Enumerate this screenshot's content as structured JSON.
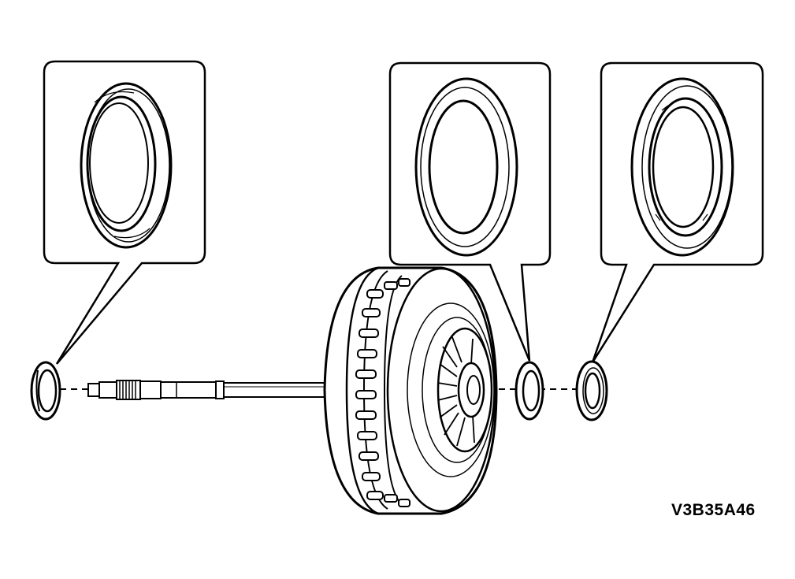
{
  "figure": {
    "reference_code": "V3B35A46"
  },
  "colors": {
    "line": "#000000",
    "background": "#ffffff",
    "shade": "#d0d0d0"
  },
  "parts": [
    {
      "id": "thrust-washer-left",
      "icon": "ring-washer-icon"
    },
    {
      "id": "input-shaft",
      "icon": "shaft-icon"
    },
    {
      "id": "clutch-drum",
      "icon": "drum-icon"
    },
    {
      "id": "thrust-washer-middle",
      "icon": "ring-washer-icon"
    },
    {
      "id": "thrust-bearing-right",
      "icon": "ring-bearing-icon"
    }
  ]
}
